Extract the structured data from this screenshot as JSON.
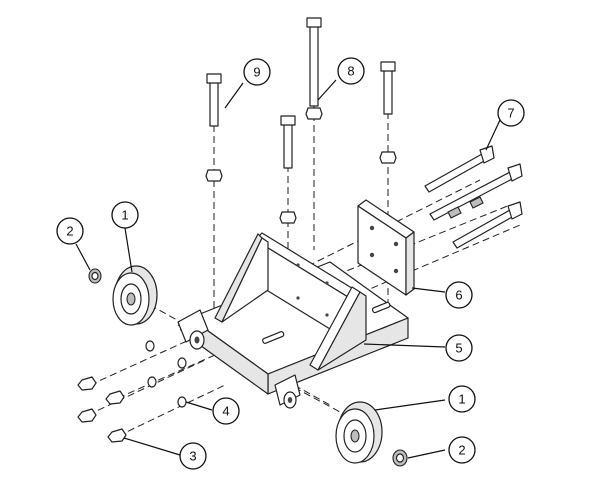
{
  "callouts": [
    {
      "id": "c1a",
      "label": "1"
    },
    {
      "id": "c1b",
      "label": "1"
    },
    {
      "id": "c2a",
      "label": "2"
    },
    {
      "id": "c2b",
      "label": "2"
    },
    {
      "id": "c3",
      "label": "3"
    },
    {
      "id": "c4",
      "label": "4"
    },
    {
      "id": "c5",
      "label": "5"
    },
    {
      "id": "c6",
      "label": "6"
    },
    {
      "id": "c7",
      "label": "7"
    },
    {
      "id": "c8",
      "label": "8"
    },
    {
      "id": "c9",
      "label": "9"
    }
  ]
}
